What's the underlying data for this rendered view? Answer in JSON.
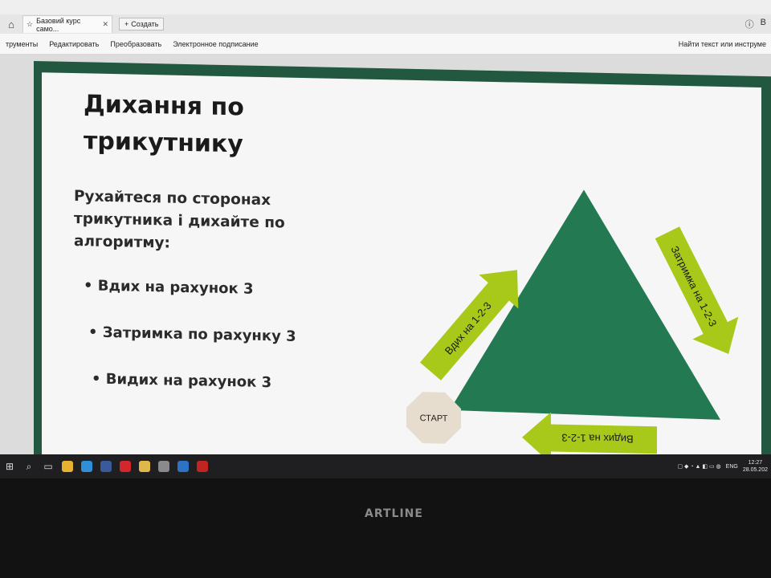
{
  "browser": {
    "tab_title": "Базовий курс само...",
    "tab_close": "✕",
    "new_tab_label": "Создать",
    "right_letter": "В"
  },
  "toolbar": {
    "items": [
      "трументы",
      "Редактировать",
      "Преобразовать",
      "Электронное подписание"
    ],
    "find": "Найти текст или инструме"
  },
  "slide": {
    "title": "Дихання по трикутнику",
    "intro": "Рухайтеся по сторонах трикутника і дихайте по алгоритму:",
    "bullets": [
      "• Вдих на рахунок 3",
      "• Затримка по рахунку 3",
      "• Видих на рахунок 3"
    ]
  },
  "diagram": {
    "arrow_left": "Вдих на 1-2-3",
    "arrow_right": "Затримка на 1-2-3",
    "arrow_bottom": "Видих на 1-2-3",
    "start": "СТАРТ",
    "colors": {
      "triangle": "#237a52",
      "arrow": "#a8c91a",
      "start": "#e7ddcf"
    }
  },
  "taskbar": {
    "lang": "ENG",
    "time": "12:27",
    "date": "28.05.202"
  },
  "monitor": {
    "brand": "ARTLINE"
  }
}
